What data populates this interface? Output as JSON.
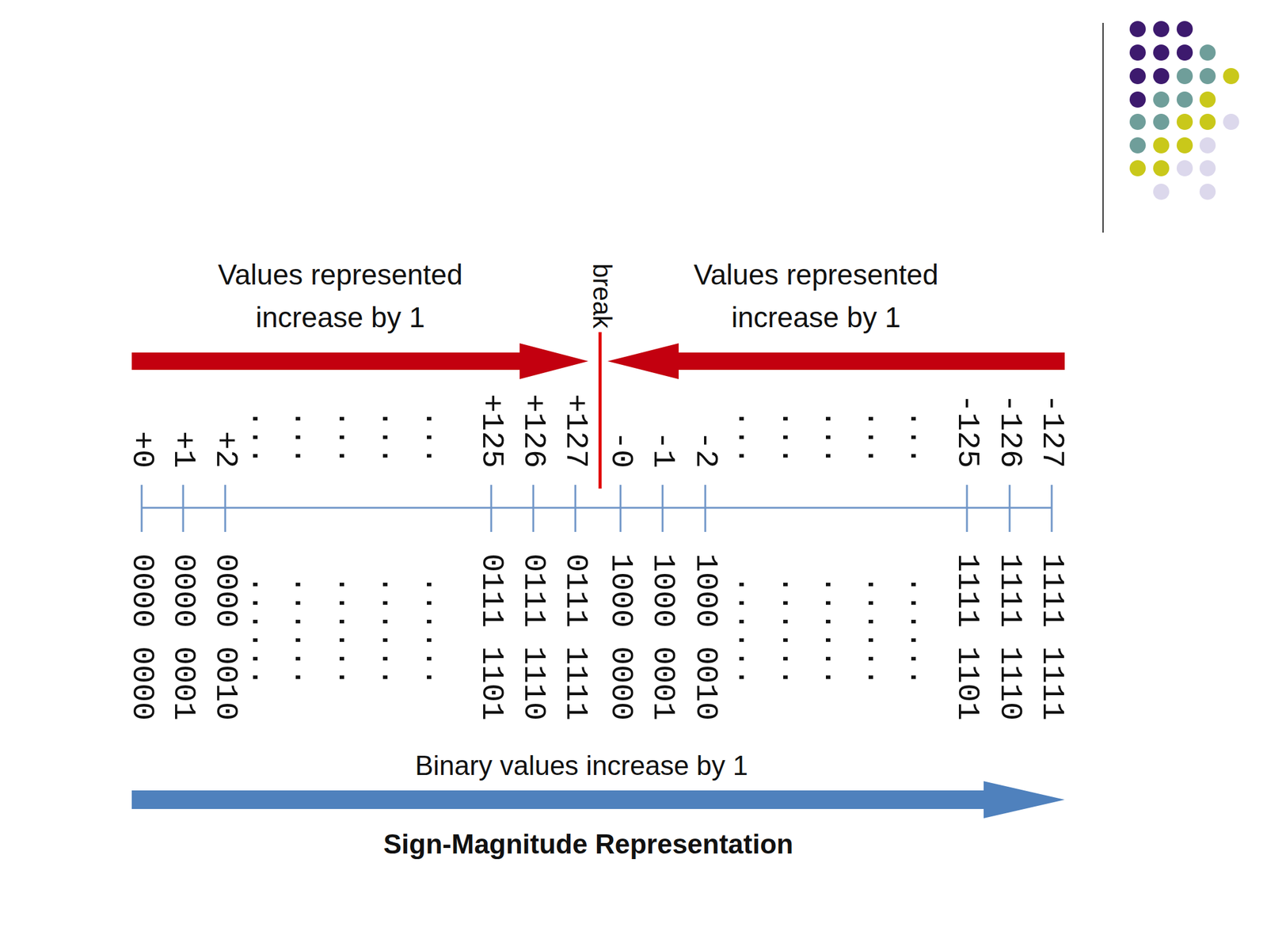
{
  "diagram": {
    "caption": "Sign-Magnitude Representation",
    "labels": [
      "Values represented increase by 1",
      "break",
      "Values represented increase by 1",
      "+0",
      "+1",
      "+2",
      "...",
      "...",
      "...",
      "...",
      "...",
      "+125",
      "+126",
      "+127",
      "-0",
      "-1",
      "-2",
      "...",
      "...",
      "...",
      "...",
      "...",
      "-125",
      "-126",
      "-127",
      "0000 0000",
      "0000 0001",
      "0000 0010",
      "......",
      "......",
      "......",
      "......",
      "......",
      "0111 1101",
      "0111 1110",
      "0111 1111",
      "1000 0000",
      "1000 0001",
      "1000 0010",
      "......",
      "......",
      "......",
      "......",
      "......",
      "1111 1101",
      "1111 1110",
      "1111 1111",
      "Binary values increase by 1"
    ]
  }
}
